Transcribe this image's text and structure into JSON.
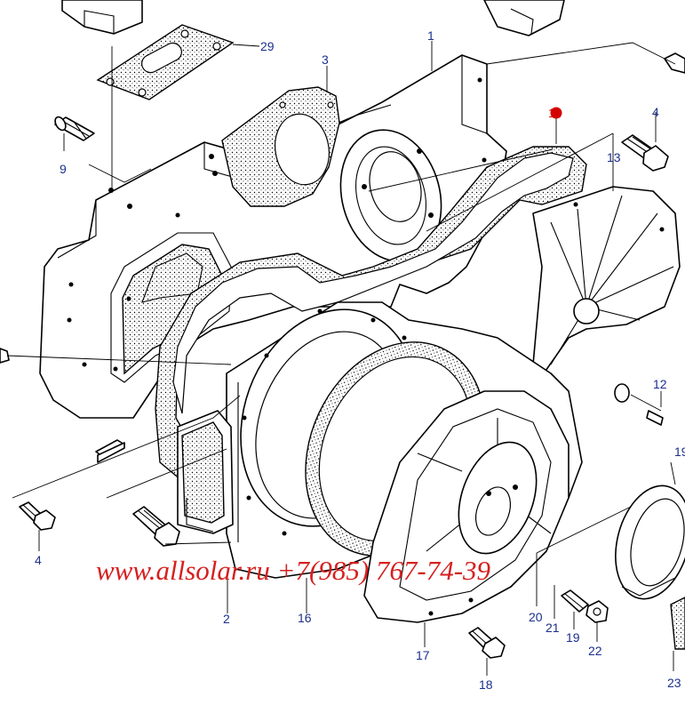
{
  "watermark": "www.allsolar.ru +7(985) 767-74-39",
  "colors": {
    "callout": "#1b2f8c",
    "callout_highlight": "#d40000",
    "watermark": "#d62020"
  },
  "callouts": {
    "c29": "29",
    "c3": "3",
    "c1": "1",
    "c11": "11",
    "c4a": "4",
    "c9": "9",
    "c13": "13",
    "c12": "12",
    "c19a": "19",
    "c4b": "4",
    "c2": "2",
    "c16": "16",
    "c17": "17",
    "c18": "18",
    "c20": "20",
    "c21": "21",
    "c19b": "19",
    "c22": "22",
    "c23": "23"
  }
}
